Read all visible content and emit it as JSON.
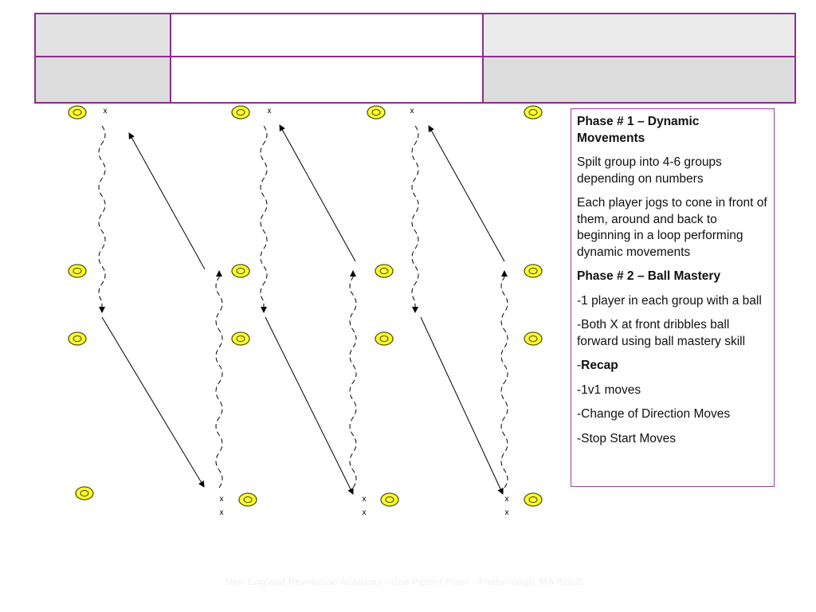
{
  "info_panel": {
    "phase1_title": "Phase # 1 – Dynamic Movements",
    "phase1_line1": "Spilt group into 4-6 groups depending on numbers",
    "phase1_line2": "Each player jogs to cone in front of them, around and back to beginning in a loop performing dynamic movements",
    "phase2_title": "Phase # 2 – Ball Mastery",
    "phase2_line1": "-1 player in each group with a ball",
    "phase2_line2": "-Both X at front dribbles ball forward using ball mastery skill",
    "recap_prefix": "-",
    "recap_label": "Recap",
    "recap_item1": "-1v1 moves",
    "recap_item2": "-Change of Direction Moves",
    "recap_item3": "-Stop Start Moves"
  },
  "player_marker": "x",
  "footer_text": "New England Revolution Academy · One Patriot Place · Foxborough, MA 02035",
  "colors": {
    "border": "#8e2b8e",
    "cone_fill": "#ffff33",
    "cone_stroke": "#555500"
  }
}
